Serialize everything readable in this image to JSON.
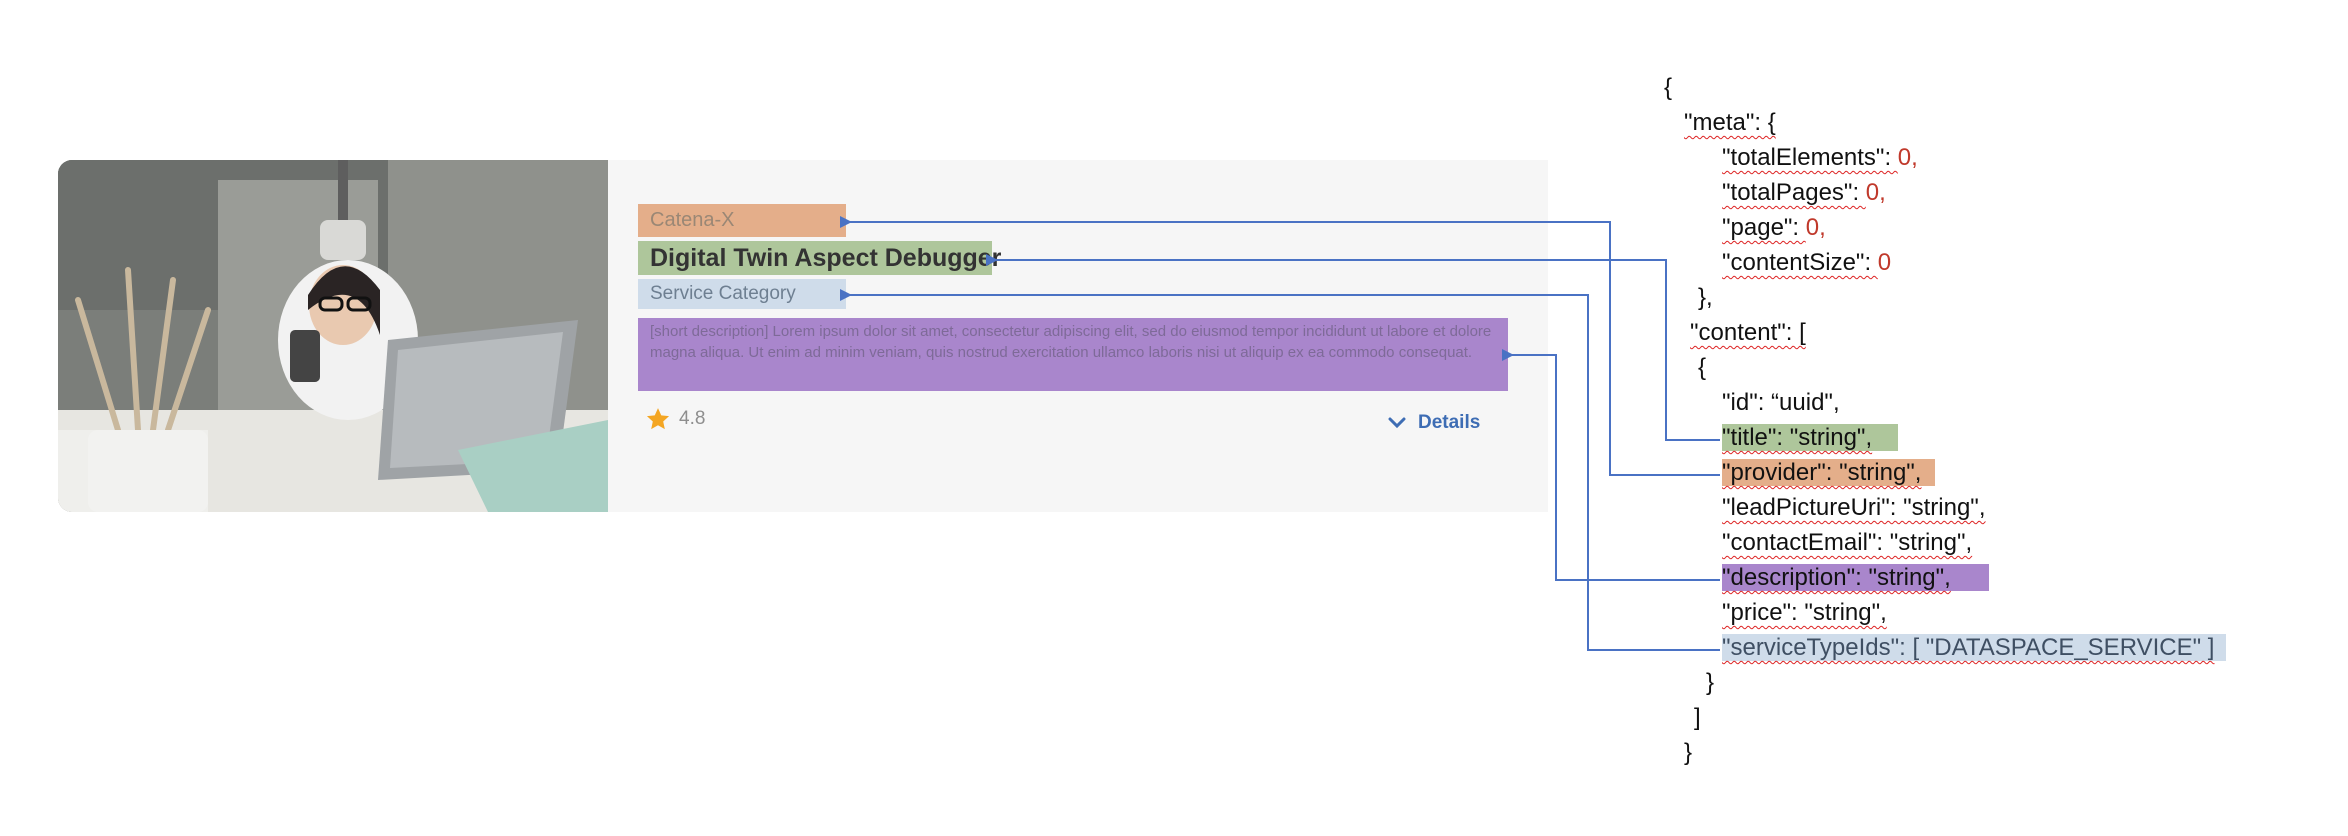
{
  "card": {
    "provider": "Catena-X",
    "title": "Digital Twin Aspect Debugger",
    "category": "Service Category",
    "description": "[short description] Lorem ipsum dolor sit amet, consectetur adipiscing elit, sed do eiusmod tempor incididunt ut labore et dolore magna aliqua. Ut enim ad minim veniam, quis nostrud exercitation ullamco laboris nisi ut aliquip ex ea commodo consequat.",
    "rating": "4.8",
    "details_label": "Details",
    "image_icon": "person-with-laptop-photo",
    "star_icon": "star-icon",
    "chevron_icon": "chevron-down-icon"
  },
  "json_lines": [
    "{",
    "\"meta\": {",
    "\"totalElements\": ",
    "\"totalPages\": ",
    "\"page\": ",
    "\"contentSize\": ",
    "},",
    "\"content\": [",
    "{",
    "\"id\": “uuid\",",
    "\"title\": \"string\",",
    "\"provider\": \"string\",",
    "\"leadPictureUri\": \"string\",",
    "\"contactEmail\": \"string\",",
    "\"description\": \"string\",",
    "\"price\": \"string\",",
    "\"serviceTypeIds\": [ \"DATASPACE_SERVICE\" ]",
    "}",
    "]",
    "}"
  ],
  "meta_values": [
    "0,",
    "0,",
    "0,",
    "0"
  ],
  "colors": {
    "provider_highlight": "#e4ae8a",
    "title_highlight": "#aec69b",
    "category_highlight": "#cfdcea",
    "description_highlight": "#a986cc",
    "arrow": "#4a72c4",
    "number": "#c0392b"
  }
}
